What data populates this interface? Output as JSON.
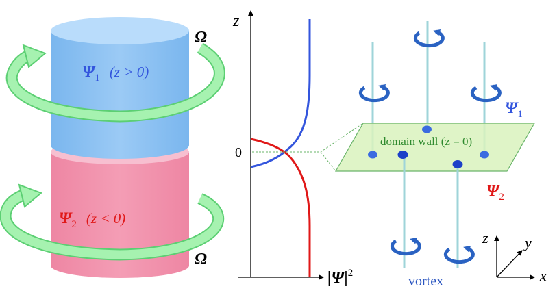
{
  "colors": {
    "upper_cylinder": "#8fc3f2",
    "upper_cylinder_top": "#b9dcfb",
    "lower_cylinder": "#f08fab",
    "lower_cylinder_top": "#f7bfd0",
    "rotation_arrow": "#9cf2a8",
    "rotation_arrow_edge": "#5ccf73",
    "psi1": "#3355dd",
    "psi2": "#e01818",
    "vortex_line": "#9fd4d9",
    "vortex_arrow": "#2a62c2",
    "domain_wall": "#d9f2bd",
    "domain_wall_edge": "#6ab46a",
    "dot": "#1c40c8"
  },
  "cylinder": {
    "upper_sym": "Ψ",
    "upper_sub": "1",
    "upper_cond": "(z > 0)",
    "lower_sym": "Ψ",
    "lower_sub": "2",
    "lower_cond": "(z < 0)",
    "omega_top": "Ω",
    "omega_bottom": "Ω"
  },
  "profile": {
    "z_label": "z",
    "zero_label": "0",
    "x_label_sym": "|Ψ|",
    "x_label_exp": "2"
  },
  "vortex_panel": {
    "psi1_sym": "Ψ",
    "psi1_sub": "1",
    "psi2_sym": "Ψ",
    "psi2_sub": "2",
    "wall_label": "domain wall (z = 0)",
    "vortex_label": "vortex",
    "axis_z": "z",
    "axis_y": "y",
    "axis_x": "x"
  }
}
